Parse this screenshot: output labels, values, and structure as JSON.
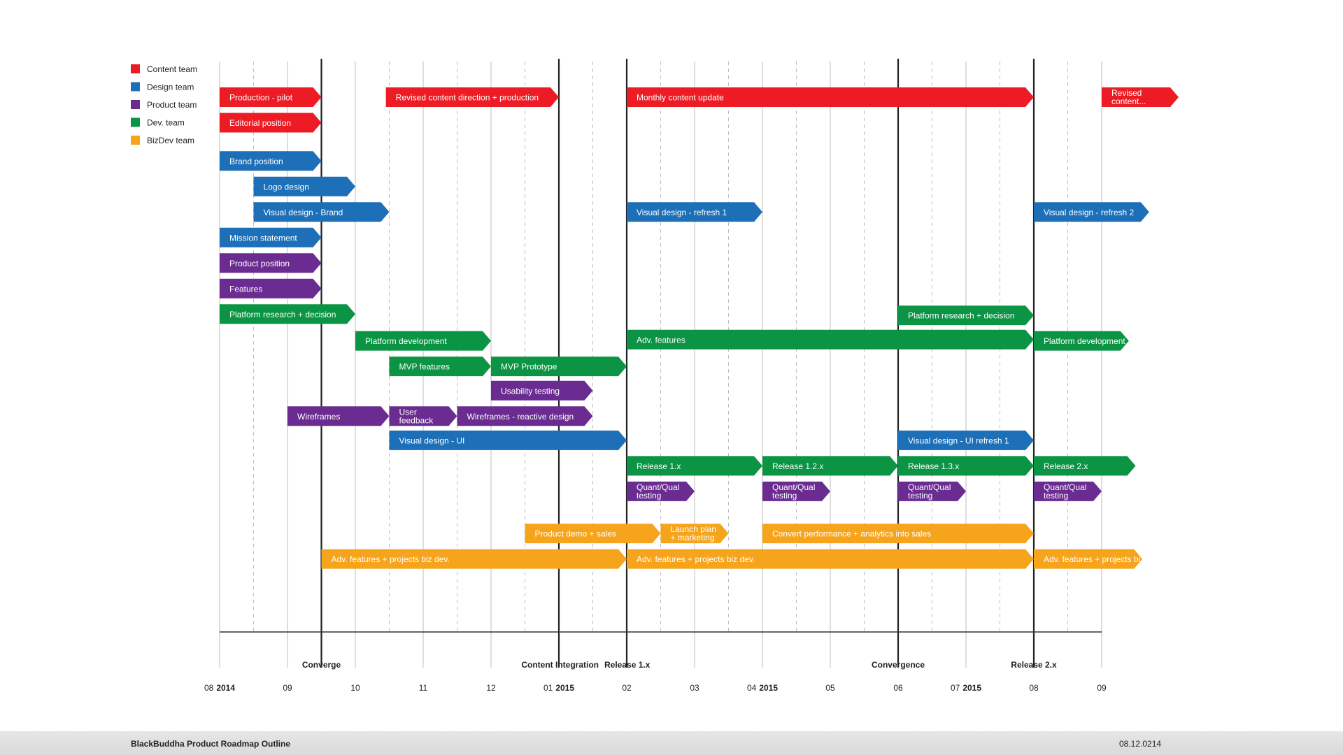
{
  "colors": {
    "content": "#ED1C24",
    "design": "#1D6FB8",
    "product": "#6A2C91",
    "dev": "#0B9444",
    "bizdev": "#F7A41D",
    "milestone_line": "#222222",
    "month_line": "#c9c9c9",
    "half_line": "#bdbdbd"
  },
  "legend": [
    {
      "team": "content",
      "label": "Content team"
    },
    {
      "team": "design",
      "label": "Design team"
    },
    {
      "team": "product",
      "label": "Product team"
    },
    {
      "team": "dev",
      "label": "Dev. team"
    },
    {
      "team": "bizdev",
      "label": "BizDev team"
    }
  ],
  "timeline": {
    "months": [
      {
        "label": "08",
        "year": "2014"
      },
      {
        "label": "09",
        "year": ""
      },
      {
        "label": "10",
        "year": ""
      },
      {
        "label": "11",
        "year": ""
      },
      {
        "label": "12",
        "year": ""
      },
      {
        "label": "01",
        "year": "2015"
      },
      {
        "label": "02",
        "year": ""
      },
      {
        "label": "03",
        "year": ""
      },
      {
        "label": "04",
        "year": "2015"
      },
      {
        "label": "05",
        "year": ""
      },
      {
        "label": "06",
        "year": ""
      },
      {
        "label": "07",
        "year": "2015"
      },
      {
        "label": "08",
        "year": ""
      },
      {
        "label": "09",
        "year": ""
      }
    ],
    "milestones": [
      {
        "t": 1.5,
        "label": "Converge"
      },
      {
        "t": 5.0,
        "label": "Content Integration"
      },
      {
        "t": 6.0,
        "label": "Release 1.x"
      },
      {
        "t": 10.0,
        "label": "Convergence"
      },
      {
        "t": 12.0,
        "label": "Release 2.x"
      }
    ]
  },
  "tasks": [
    {
      "team": "content",
      "label": "Production - pilot",
      "start": 0,
      "end": 1.5,
      "row": 0
    },
    {
      "team": "content",
      "label": "Revised content direction + production",
      "start": 2.45,
      "end": 5.0,
      "row": 0
    },
    {
      "team": "content",
      "label": "Monthly content update",
      "start": 6.0,
      "end": 12.0,
      "row": 0
    },
    {
      "team": "content",
      "label": "Revised content...",
      "start": 13.0,
      "end": 13.3,
      "row": 0
    },
    {
      "team": "content",
      "label": "Editorial position",
      "start": 0,
      "end": 1.5,
      "row": 1
    },
    {
      "team": "design",
      "label": "Brand position",
      "start": 0,
      "end": 1.5,
      "row": 2.5
    },
    {
      "team": "design",
      "label": "Logo design",
      "start": 0.5,
      "end": 2.0,
      "row": 3.5
    },
    {
      "team": "design",
      "label": "Visual design - Brand",
      "start": 0.5,
      "end": 2.5,
      "row": 4.5
    },
    {
      "team": "design",
      "label": "Visual design - refresh 1",
      "start": 6.0,
      "end": 8.0,
      "row": 4.5
    },
    {
      "team": "design",
      "label": "Visual design - refresh 2",
      "start": 12.0,
      "end": 13.7,
      "row": 4.5
    },
    {
      "team": "design",
      "label": "Mission statement",
      "start": 0,
      "end": 1.5,
      "row": 5.5
    },
    {
      "team": "product",
      "label": "Product position",
      "start": 0,
      "end": 1.5,
      "row": 6.5
    },
    {
      "team": "product",
      "label": "Features",
      "start": 0,
      "end": 1.5,
      "row": 7.5
    },
    {
      "team": "dev",
      "label": "Platform research + decision",
      "start": 0,
      "end": 2.0,
      "row": 8.5
    },
    {
      "team": "dev",
      "label": "Platform research + decision",
      "start": 10.0,
      "end": 12.0,
      "row": 8.55
    },
    {
      "team": "dev",
      "label": "Platform development",
      "start": 2.0,
      "end": 4.0,
      "row": 9.55
    },
    {
      "team": "dev",
      "label": "Adv. features",
      "start": 6.0,
      "end": 12.0,
      "row": 9.5
    },
    {
      "team": "dev",
      "label": "Platform development",
      "start": 12.0,
      "end": 13.4,
      "row": 9.55
    },
    {
      "team": "dev",
      "label": "MVP features",
      "start": 2.5,
      "end": 4.0,
      "row": 10.55
    },
    {
      "team": "dev",
      "label": "MVP Prototype",
      "start": 4.0,
      "end": 6.0,
      "row": 10.55
    },
    {
      "team": "product",
      "label": "Usability testing",
      "start": 4.0,
      "end": 5.5,
      "row": 11.5
    },
    {
      "team": "product",
      "label": "Wireframes",
      "start": 1.0,
      "end": 2.5,
      "row": 12.5
    },
    {
      "team": "product",
      "label": "User feedback",
      "start": 2.5,
      "end": 3.5,
      "row": 12.5
    },
    {
      "team": "product",
      "label": "Wireframes - reactive design",
      "start": 3.5,
      "end": 5.5,
      "row": 12.5
    },
    {
      "team": "design",
      "label": "Visual design - UI",
      "start": 2.5,
      "end": 6.0,
      "row": 13.45
    },
    {
      "team": "design",
      "label": "Visual design - UI refresh 1",
      "start": 10.0,
      "end": 12.0,
      "row": 13.45
    },
    {
      "team": "dev",
      "label": "Release 1.x",
      "start": 6.0,
      "end": 8.0,
      "row": 14.45
    },
    {
      "team": "dev",
      "label": "Release 1.2.x",
      "start": 8.0,
      "end": 10.0,
      "row": 14.45
    },
    {
      "team": "dev",
      "label": "Release 1.3.x",
      "start": 10.0,
      "end": 12.0,
      "row": 14.45
    },
    {
      "team": "dev",
      "label": "Release 2.x",
      "start": 12.0,
      "end": 13.5,
      "row": 14.45
    },
    {
      "team": "product",
      "label": "Quant/Qual testing",
      "start": 6.0,
      "end": 7.0,
      "row": 15.45
    },
    {
      "team": "product",
      "label": "Quant/Qual testing",
      "start": 8.0,
      "end": 9.0,
      "row": 15.45
    },
    {
      "team": "product",
      "label": "Quant/Qual testing",
      "start": 10.0,
      "end": 11.0,
      "row": 15.45
    },
    {
      "team": "product",
      "label": "Quant/Qual testing",
      "start": 12.0,
      "end": 13.0,
      "row": 15.45
    },
    {
      "team": "bizdev",
      "label": "Product demo + sales",
      "start": 4.5,
      "end": 6.5,
      "row": 17.1
    },
    {
      "team": "bizdev",
      "label": "Launch plan + marketing",
      "start": 6.5,
      "end": 7.5,
      "row": 17.1
    },
    {
      "team": "bizdev",
      "label": "Convert performance + analytics into sales",
      "start": 8.0,
      "end": 12.0,
      "row": 17.1
    },
    {
      "team": "bizdev",
      "label": "Adv. features + projects biz dev.",
      "start": 1.5,
      "end": 6.0,
      "row": 18.1
    },
    {
      "team": "bizdev",
      "label": "Adv. features + projects biz dev.",
      "start": 6.0,
      "end": 12.0,
      "row": 18.1
    },
    {
      "team": "bizdev",
      "label": "Adv. features + projects biz dev.",
      "start": 12.0,
      "end": 13.6,
      "row": 18.1
    }
  ],
  "footer": {
    "title": "BlackBuddha Product Roadmap Outline",
    "date": "08.12.0214"
  }
}
